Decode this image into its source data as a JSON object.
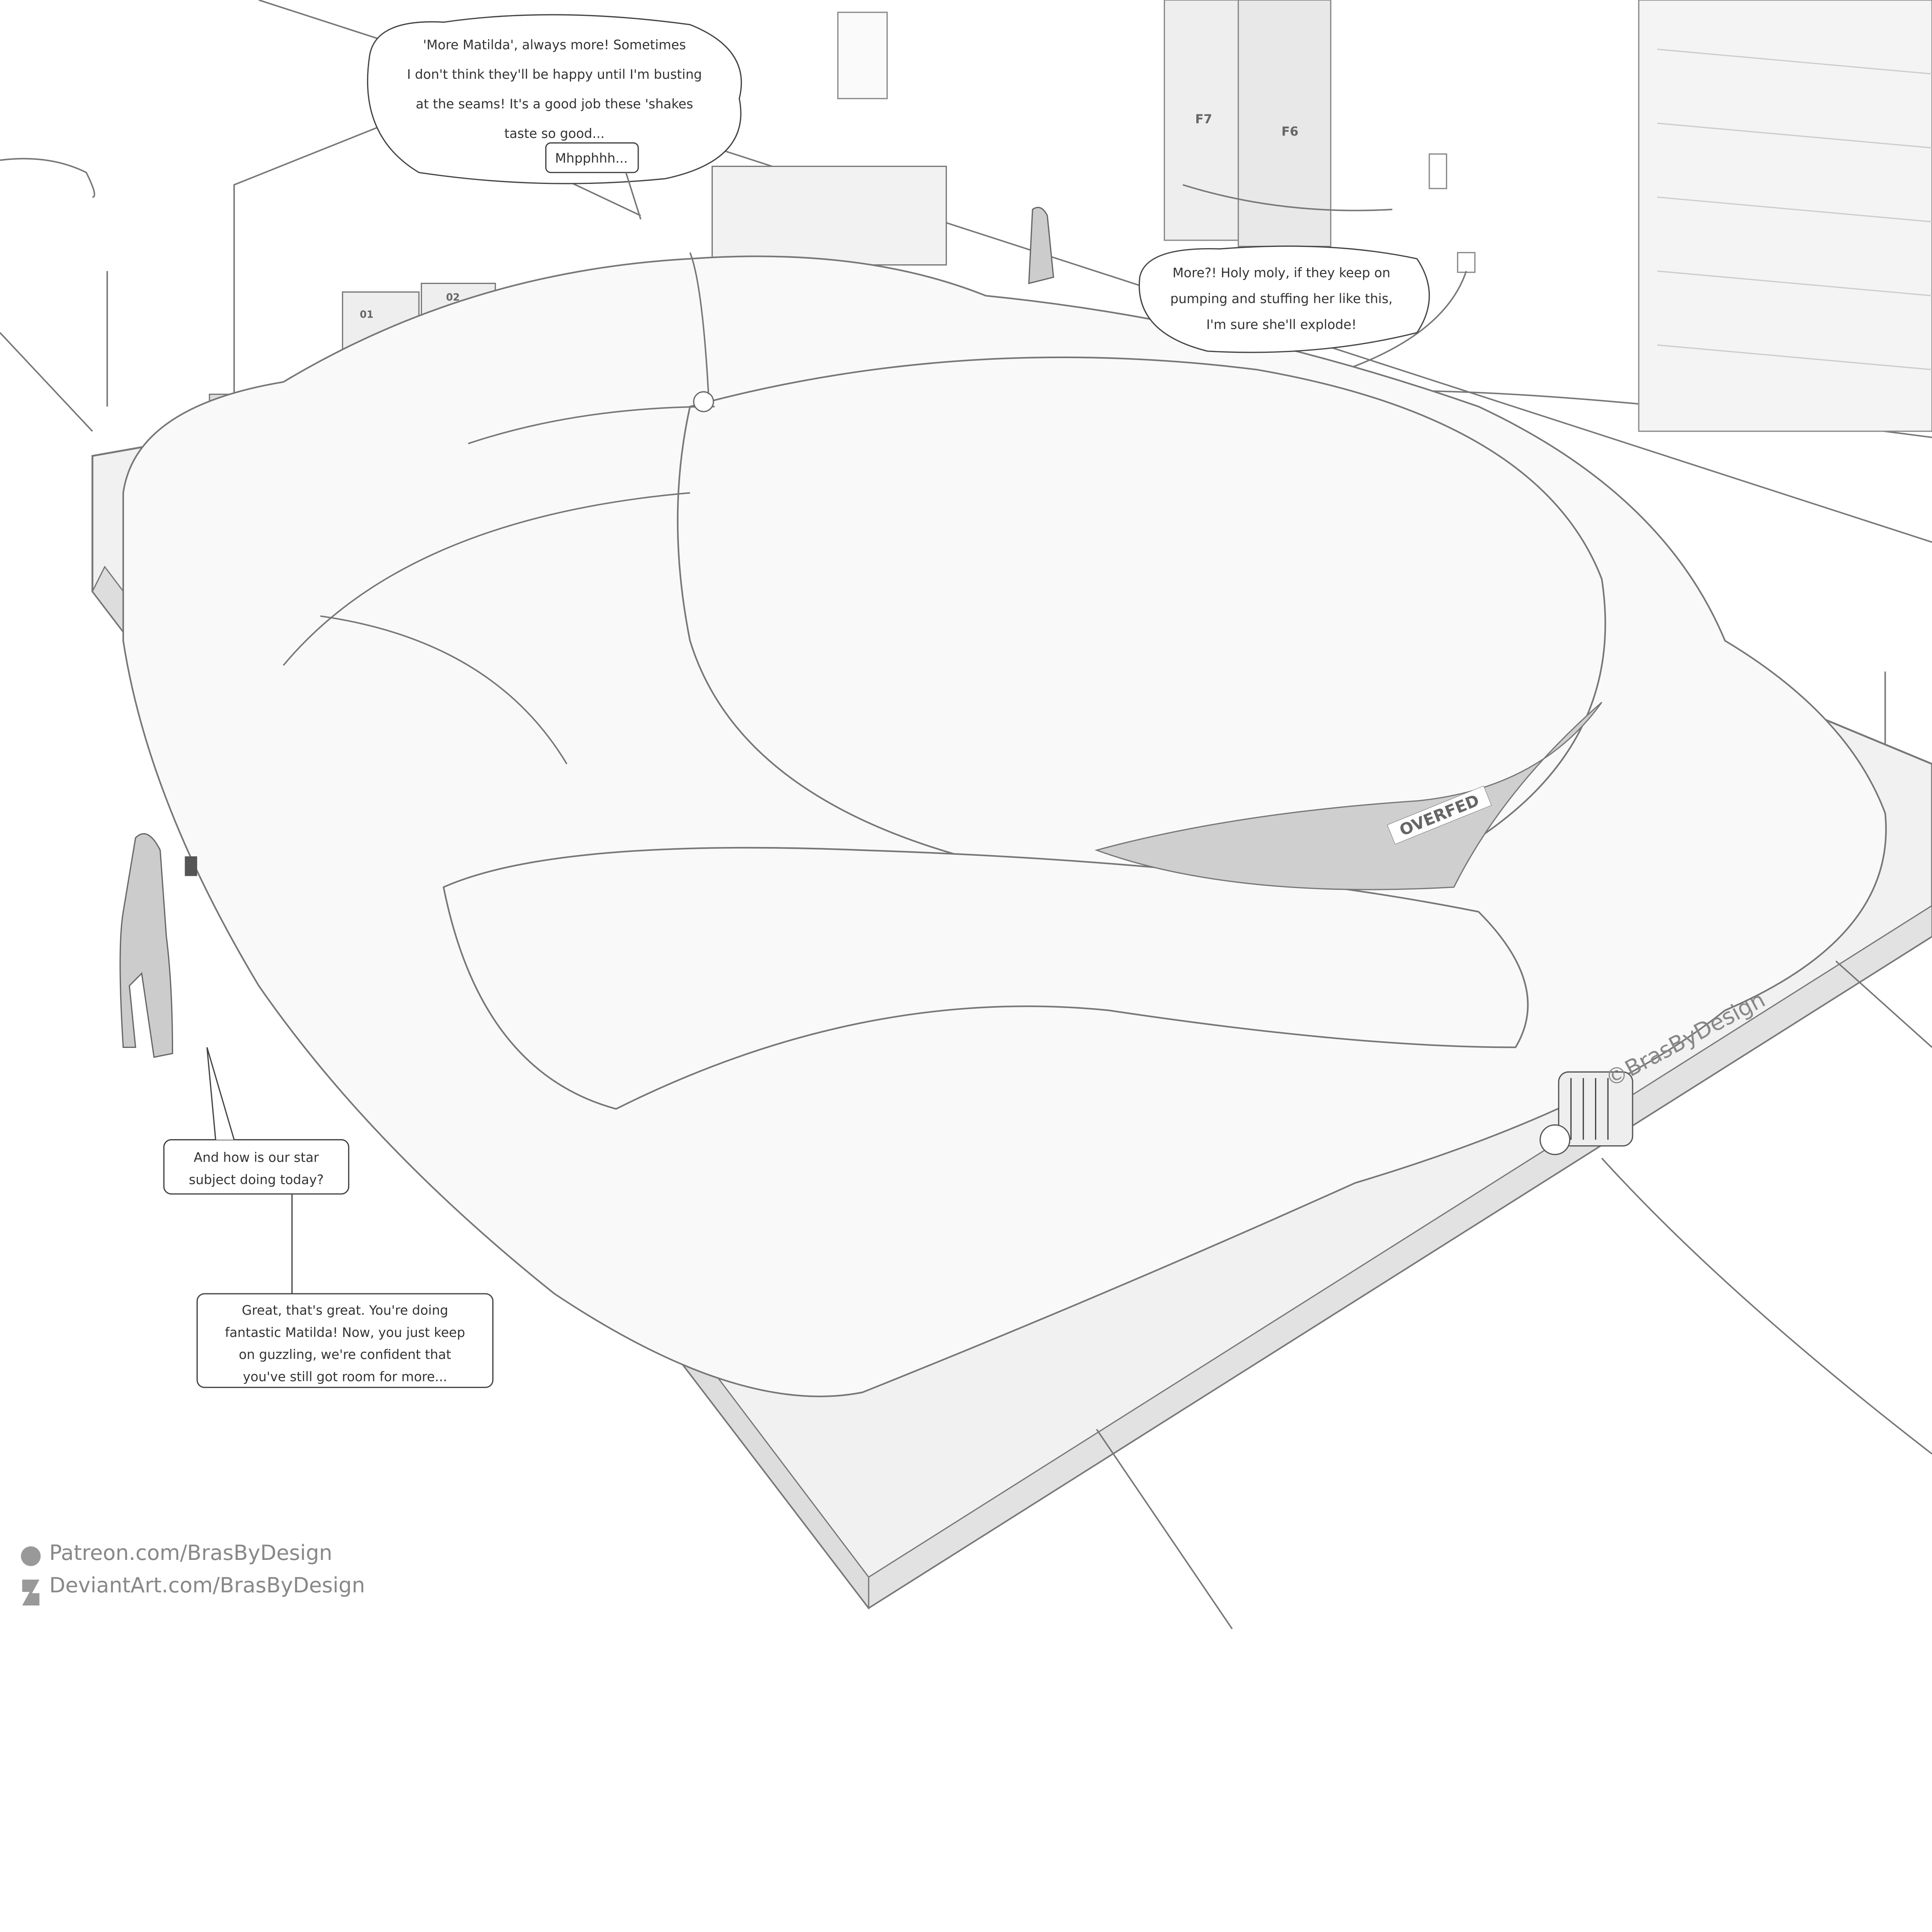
{
  "bubbles": {
    "tech_top": [
      "'More Matilda', always more! Sometimes",
      "I don't think they'll be happy until I'm busting",
      "at the seams! It's a good job these 'shakes",
      "taste so good..."
    ],
    "subject": "Mhpphhh...",
    "tech_right": [
      "More?! Holy moly, if they keep on",
      "pumping and stuffing her like this,",
      "I'm sure she'll explode!"
    ],
    "scientist_question": [
      "And how is our star",
      "subject doing today?"
    ],
    "scientist_answer": [
      "Great, that's great. You're doing",
      "fantastic Matilda! Now, you just keep",
      "on guzzling, we're confident that",
      "you've still got room for more..."
    ]
  },
  "labels": {
    "garment": "OVERFED",
    "barrel_1": "01",
    "barrel_2": "02",
    "tank_1": "F7",
    "tank_2": "F6"
  },
  "watermarks": {
    "signature": "©BrasByDesign",
    "patreon": "Patreon.com/BrasByDesign",
    "deviantart": "DeviantArt.com/BrasByDesign"
  },
  "colors": {
    "line": "#777777",
    "fill": "#f9f9f9",
    "shadow": "#d8d8d8"
  }
}
